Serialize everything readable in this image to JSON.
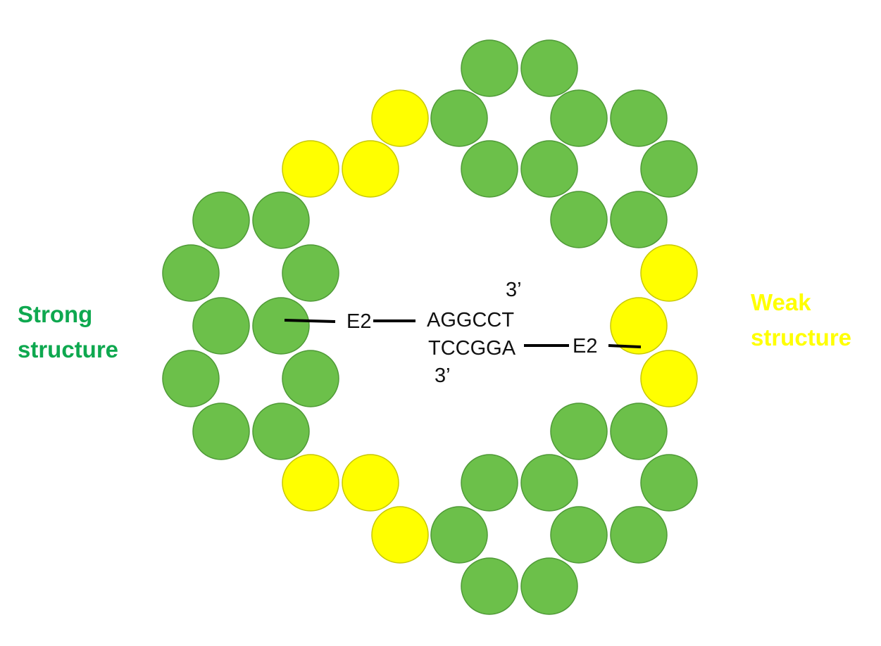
{
  "labels": {
    "strong_line1": "Strong",
    "strong_line2": "structure",
    "weak_line1": "Weak",
    "weak_line2": "structure"
  },
  "sequence": {
    "top_strand": "AGGCCT",
    "bottom_strand": "TCCGGA",
    "top_end": "3’",
    "bottom_end": "3’",
    "left_enzyme": "E2",
    "right_enzyme": "E2"
  },
  "colors": {
    "strong": "#0ea84f",
    "weak": "#ffff00",
    "green_bead": "#6cc04a",
    "yellow_bead": "#ffff00",
    "bead_stroke_green": "#4f9a37",
    "bead_stroke_yellow": "#c8c800"
  }
}
